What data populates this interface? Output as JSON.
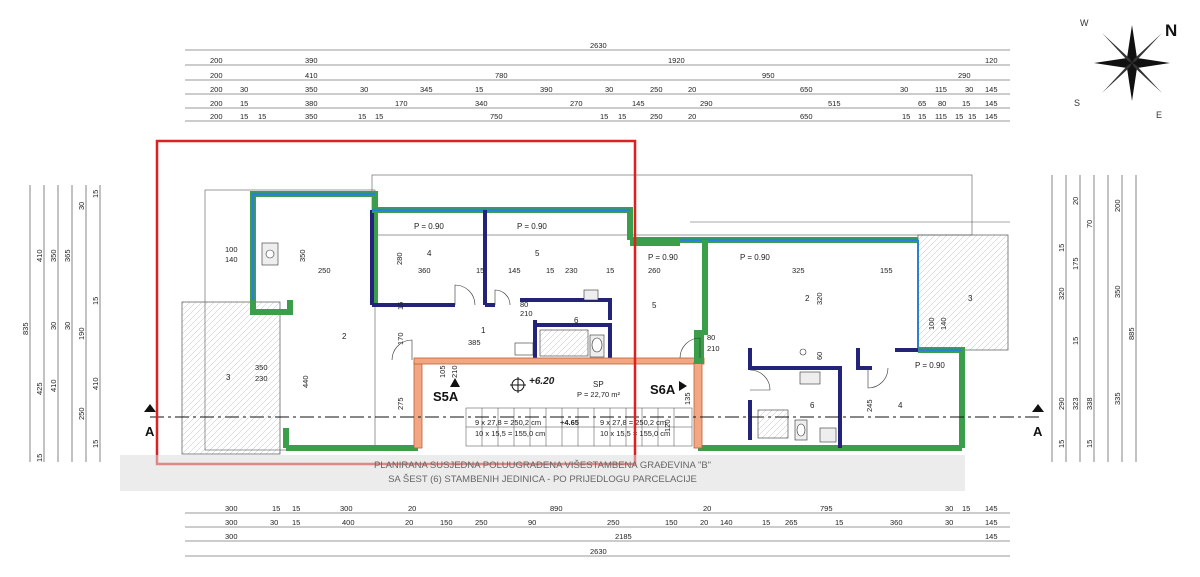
{
  "compass": {
    "n": "N",
    "w": "W",
    "s": "S",
    "e": "E"
  },
  "dims_top": {
    "r1": [
      "2630"
    ],
    "r2": [
      "200",
      "390",
      "1920",
      "120"
    ],
    "r3": [
      "200",
      "410",
      "780",
      "950",
      "290"
    ],
    "r4": [
      "200",
      "30",
      "350",
      "30",
      "345",
      "15",
      "390",
      "30",
      "250",
      "20",
      "650",
      "30",
      "115",
      "30",
      "145"
    ],
    "r5": [
      "200",
      "15",
      "380",
      "170",
      "340",
      "270",
      "145",
      "290",
      "515",
      "65",
      "80",
      "15",
      "145"
    ],
    "r6": [
      "200",
      "15",
      "15",
      "350",
      "15",
      "15",
      "750",
      "15",
      "15",
      "250",
      "20",
      "650",
      "15",
      "15",
      "115",
      "15",
      "15",
      "145"
    ]
  },
  "dims_bottom": {
    "r1": [
      "300",
      "15",
      "15",
      "300",
      "400",
      "20",
      "890",
      "20",
      "795",
      "30",
      "15",
      "145"
    ],
    "r2": [
      "300",
      "30",
      "15",
      "400",
      "20",
      "150",
      "250",
      "90",
      "250",
      "150",
      "20",
      "140",
      "15",
      "265",
      "15",
      "360",
      "30",
      "145"
    ],
    "r3": [
      "300",
      "2185",
      "145"
    ],
    "r4": [
      "2630"
    ]
  },
  "dims_left": [
    "835",
    "410",
    "425",
    "15",
    "350",
    "30",
    "410",
    "250",
    "15",
    "30",
    "365",
    "30",
    "190",
    "15",
    "410",
    "15"
  ],
  "dims_right": [
    "885",
    "350",
    "335",
    "200",
    "20",
    "15",
    "70",
    "15",
    "320",
    "175",
    "15",
    "290",
    "323",
    "338",
    "15"
  ],
  "rooms": {
    "r4_left": {
      "num": "4",
      "area": "P = 0.90"
    },
    "r5_left": {
      "num": "5",
      "area": "P = 0.90"
    },
    "r2_left": {
      "num": "2"
    },
    "r3_left": {
      "num": "3"
    },
    "r1_left": {
      "num": "1"
    },
    "r6_left": {
      "num": "6"
    },
    "r5_right": {
      "num": "5",
      "area": "P = 0.90"
    },
    "r2_right": {
      "num": "2",
      "area": "P = 0.90"
    },
    "r3_right": {
      "num": "3"
    },
    "r4_right": {
      "num": "4",
      "area": "P = 0.90"
    },
    "r6_right": {
      "num": "6"
    }
  },
  "inner_dims": [
    "100",
    "140",
    "250",
    "350",
    "280",
    "360",
    "15",
    "145",
    "15",
    "230",
    "15",
    "260",
    "210",
    "80",
    "385",
    "170",
    "15",
    "440",
    "275",
    "105",
    "210",
    "325",
    "155",
    "320",
    "100",
    "140",
    "80",
    "210",
    "60",
    "350",
    "230",
    "245",
    "120",
    "135"
  ],
  "stair": {
    "label": "SP",
    "area": "P = 22,70 m²",
    "level": "+6.20",
    "landing": "+4.65",
    "steps1": "9 x 27,8 = 250,2 cm",
    "steps2": "10 x 15,5 = 155,0 cm"
  },
  "sections": {
    "left": "S5A",
    "right": "S6A",
    "a": "A"
  },
  "banner": {
    "line1": "PLANIRANA SUSJEDNA POLUUGRAĐENA VIŠESTAMBENA GRAĐEVINA \"B\"",
    "line2": "SA ŠEST (6) STAMBENIH JEDINICA - PO PRIJEDLOGU PARCELACIJE"
  },
  "colors": {
    "wall_green": "#3a9e4a",
    "wall_blue": "#2b7fd8",
    "wall_orange": "#f3a683",
    "wall_dark": "#23237a",
    "highlight": "#e02020"
  }
}
